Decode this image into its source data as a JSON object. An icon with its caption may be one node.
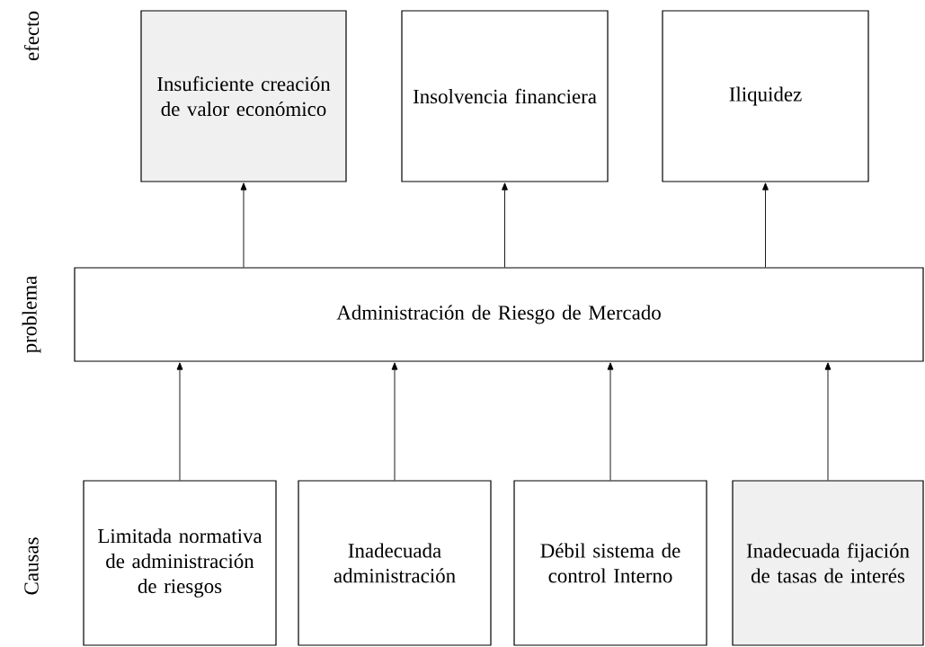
{
  "diagram": {
    "nodes": [
      {
        "text": [
          "Insuficiente creación de valor económico"
        ]
      },
      {
        "text": [
          "Insolvencia financiera"
        ]
      },
      {
        "text": [
          "Iliquidez"
        ]
      },
      {
        "text": [
          "Administración de Riesgo de Mercado"
        ]
      },
      {
        "text": [
          "Limitada normativa de administración de riesgos"
        ]
      },
      {
        "text": [
          "Inadecuada administración"
        ]
      },
      {
        "text": [
          "Débil sistema de control Interno"
        ]
      },
      {
        "text": [
          "Inadecuada fijación de tasas de interés"
        ]
      }
    ],
    "edges": [
      {
        "from": 3,
        "to": 0,
        "arrow": "to"
      },
      {
        "from": 3,
        "to": 1,
        "arrow": "to"
      },
      {
        "from": 3,
        "to": 2,
        "arrow": "to"
      },
      {
        "from": 4,
        "to": 3,
        "arrow": "to"
      },
      {
        "from": 5,
        "to": 3,
        "arrow": "to"
      },
      {
        "from": 6,
        "to": 3,
        "arrow": "to"
      },
      {
        "from": 7,
        "to": 3,
        "arrow": "to"
      }
    ],
    "labels": [
      "efecto",
      "problema",
      "Causas"
    ]
  }
}
